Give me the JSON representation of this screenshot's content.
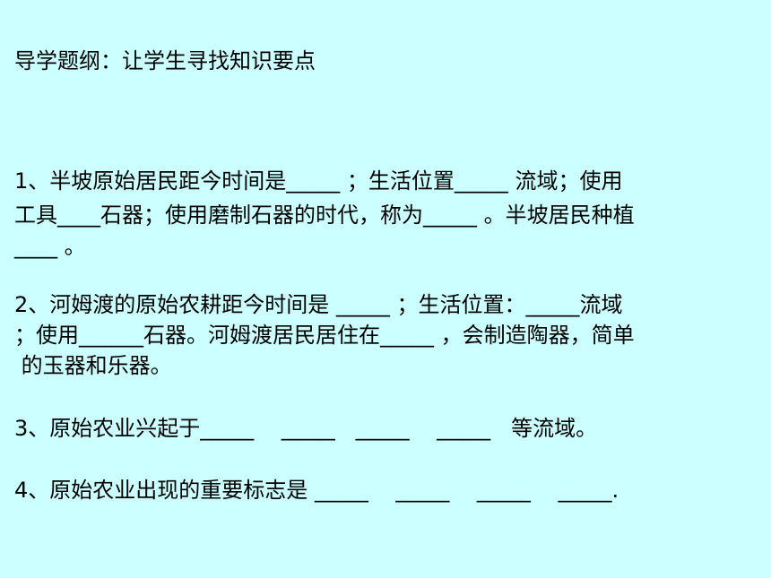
{
  "heading": "导学题纲：让学生寻找知识要点",
  "questions": [
    {
      "lines": [
        "1、半坡原始居民距今时间是_____ ；生活位置_____ 流域；使用",
        "工具____石器；使用磨制石器的时代，称为_____ 。半坡居民种植",
        "____ 。"
      ]
    },
    {
      "lines": [
        "2、河姆渡的原始农耕距今时间是 _____ ；生活位置：_____流域",
        "；使用______石器。河姆渡居民居住在_____ ，会制造陶器，简单",
        " 的玉器和乐器。"
      ]
    },
    {
      "lines": [
        "3、原始农业兴起于_____    _____   _____    _____   等流域。"
      ]
    },
    {
      "lines": [
        "4、原始农业出现的重要标志是 _____    _____    _____    _____."
      ]
    }
  ]
}
